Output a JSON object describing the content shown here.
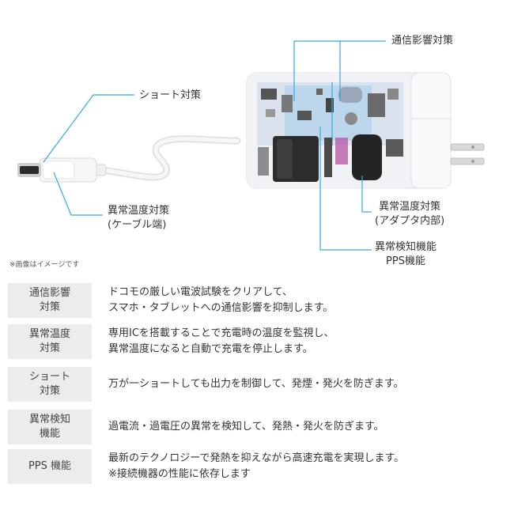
{
  "callouts": {
    "emi": "通信影響対策",
    "short": "ショート対策",
    "cable_temp": "異常温度対策\n(ケーブル端)",
    "adapter_temp": "異常温度対策\n(アダプタ内部)",
    "detect_pps": "異常検知機能\nPPS機能"
  },
  "note": "※画像はイメージです",
  "features": [
    {
      "label": "通信影響\n対策",
      "desc": "ドコモの厳しい電波試験をクリアして、\nスマホ・タブレットへの通信影響を抑制します。"
    },
    {
      "label": "異常温度\n対策",
      "desc": "専用ICを搭載することで充電時の温度を監視し、\n異常温度になると自動で充電を停止します。"
    },
    {
      "label": "ショート\n対策",
      "desc": "万が一ショートしても出力を制御して、発煙・発火を防ぎます。"
    },
    {
      "label": "異常検知\n機能",
      "desc": "過電流・過電圧の異常を検知して、発熱・発火を防ぎます。"
    },
    {
      "label": "PPS 機能",
      "desc": "最新のテクノロジーで発熱を抑えながら高速充電を実現します。\n※接続機器の性能に依存します"
    }
  ],
  "colors": {
    "callout_line": "#3aa7e0",
    "badge_bg": "#ececec",
    "housing": "#f4f4f4"
  }
}
